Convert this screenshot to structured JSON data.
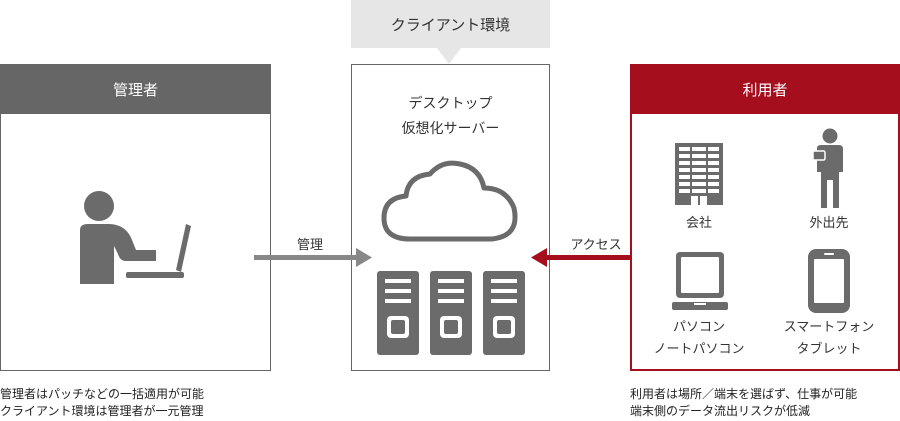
{
  "admin": {
    "title": "管理者",
    "caption_line1": "管理者はパッチなどの一括適用が可能",
    "caption_line2": "クライアント環境は管理者が一元管理"
  },
  "client_env": {
    "title": "クライアント環境",
    "server_line1": "デスクトップ",
    "server_line2": "仮想化サーバー"
  },
  "arrows": {
    "manage_label": "管理",
    "access_label": "アクセス"
  },
  "user": {
    "title": "利用者",
    "devices": [
      {
        "label": "会社",
        "icon": "office-building-icon"
      },
      {
        "label": "外出先",
        "icon": "mobile-person-icon"
      },
      {
        "label_line1": "パソコン",
        "label_line2": "ノートパソコン",
        "icon": "laptop-icon"
      },
      {
        "label_line1": "スマートフォン",
        "label_line2": "タブレット",
        "icon": "smartphone-icon"
      }
    ],
    "caption_line1": "利用者は場所／端末を選ばず、仕事が可能",
    "caption_line2": "端末側のデータ流出リスクが低減"
  },
  "colors": {
    "admin_header": "#666666",
    "user_accent": "#a40e1d",
    "env_label_bg": "#e6e6e6",
    "icon_gray": "#6b6b6b"
  }
}
